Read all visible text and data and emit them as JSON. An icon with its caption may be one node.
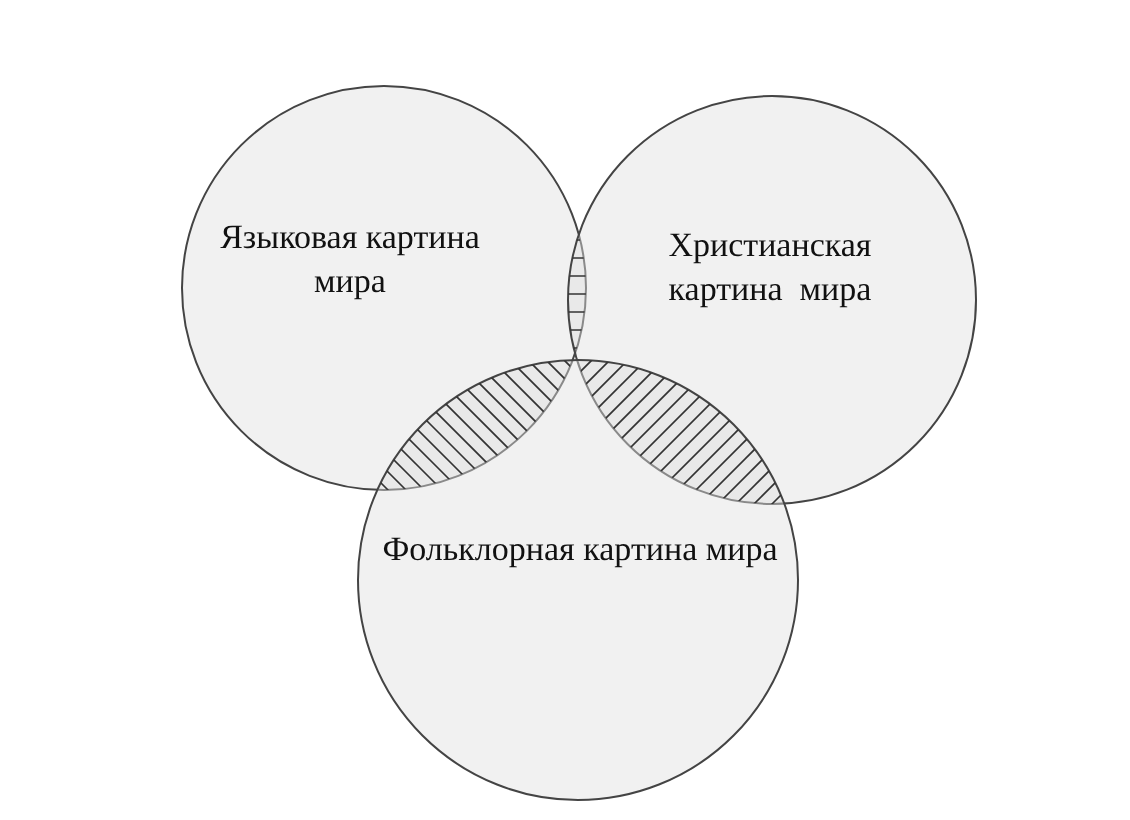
{
  "diagram": {
    "nodes": [
      {
        "text": [
          "Языковая картина мира"
        ]
      },
      {
        "text": [
          "Христианская картина  мира"
        ]
      },
      {
        "text": [
          "Фольклорная картина мира"
        ]
      }
    ]
  }
}
